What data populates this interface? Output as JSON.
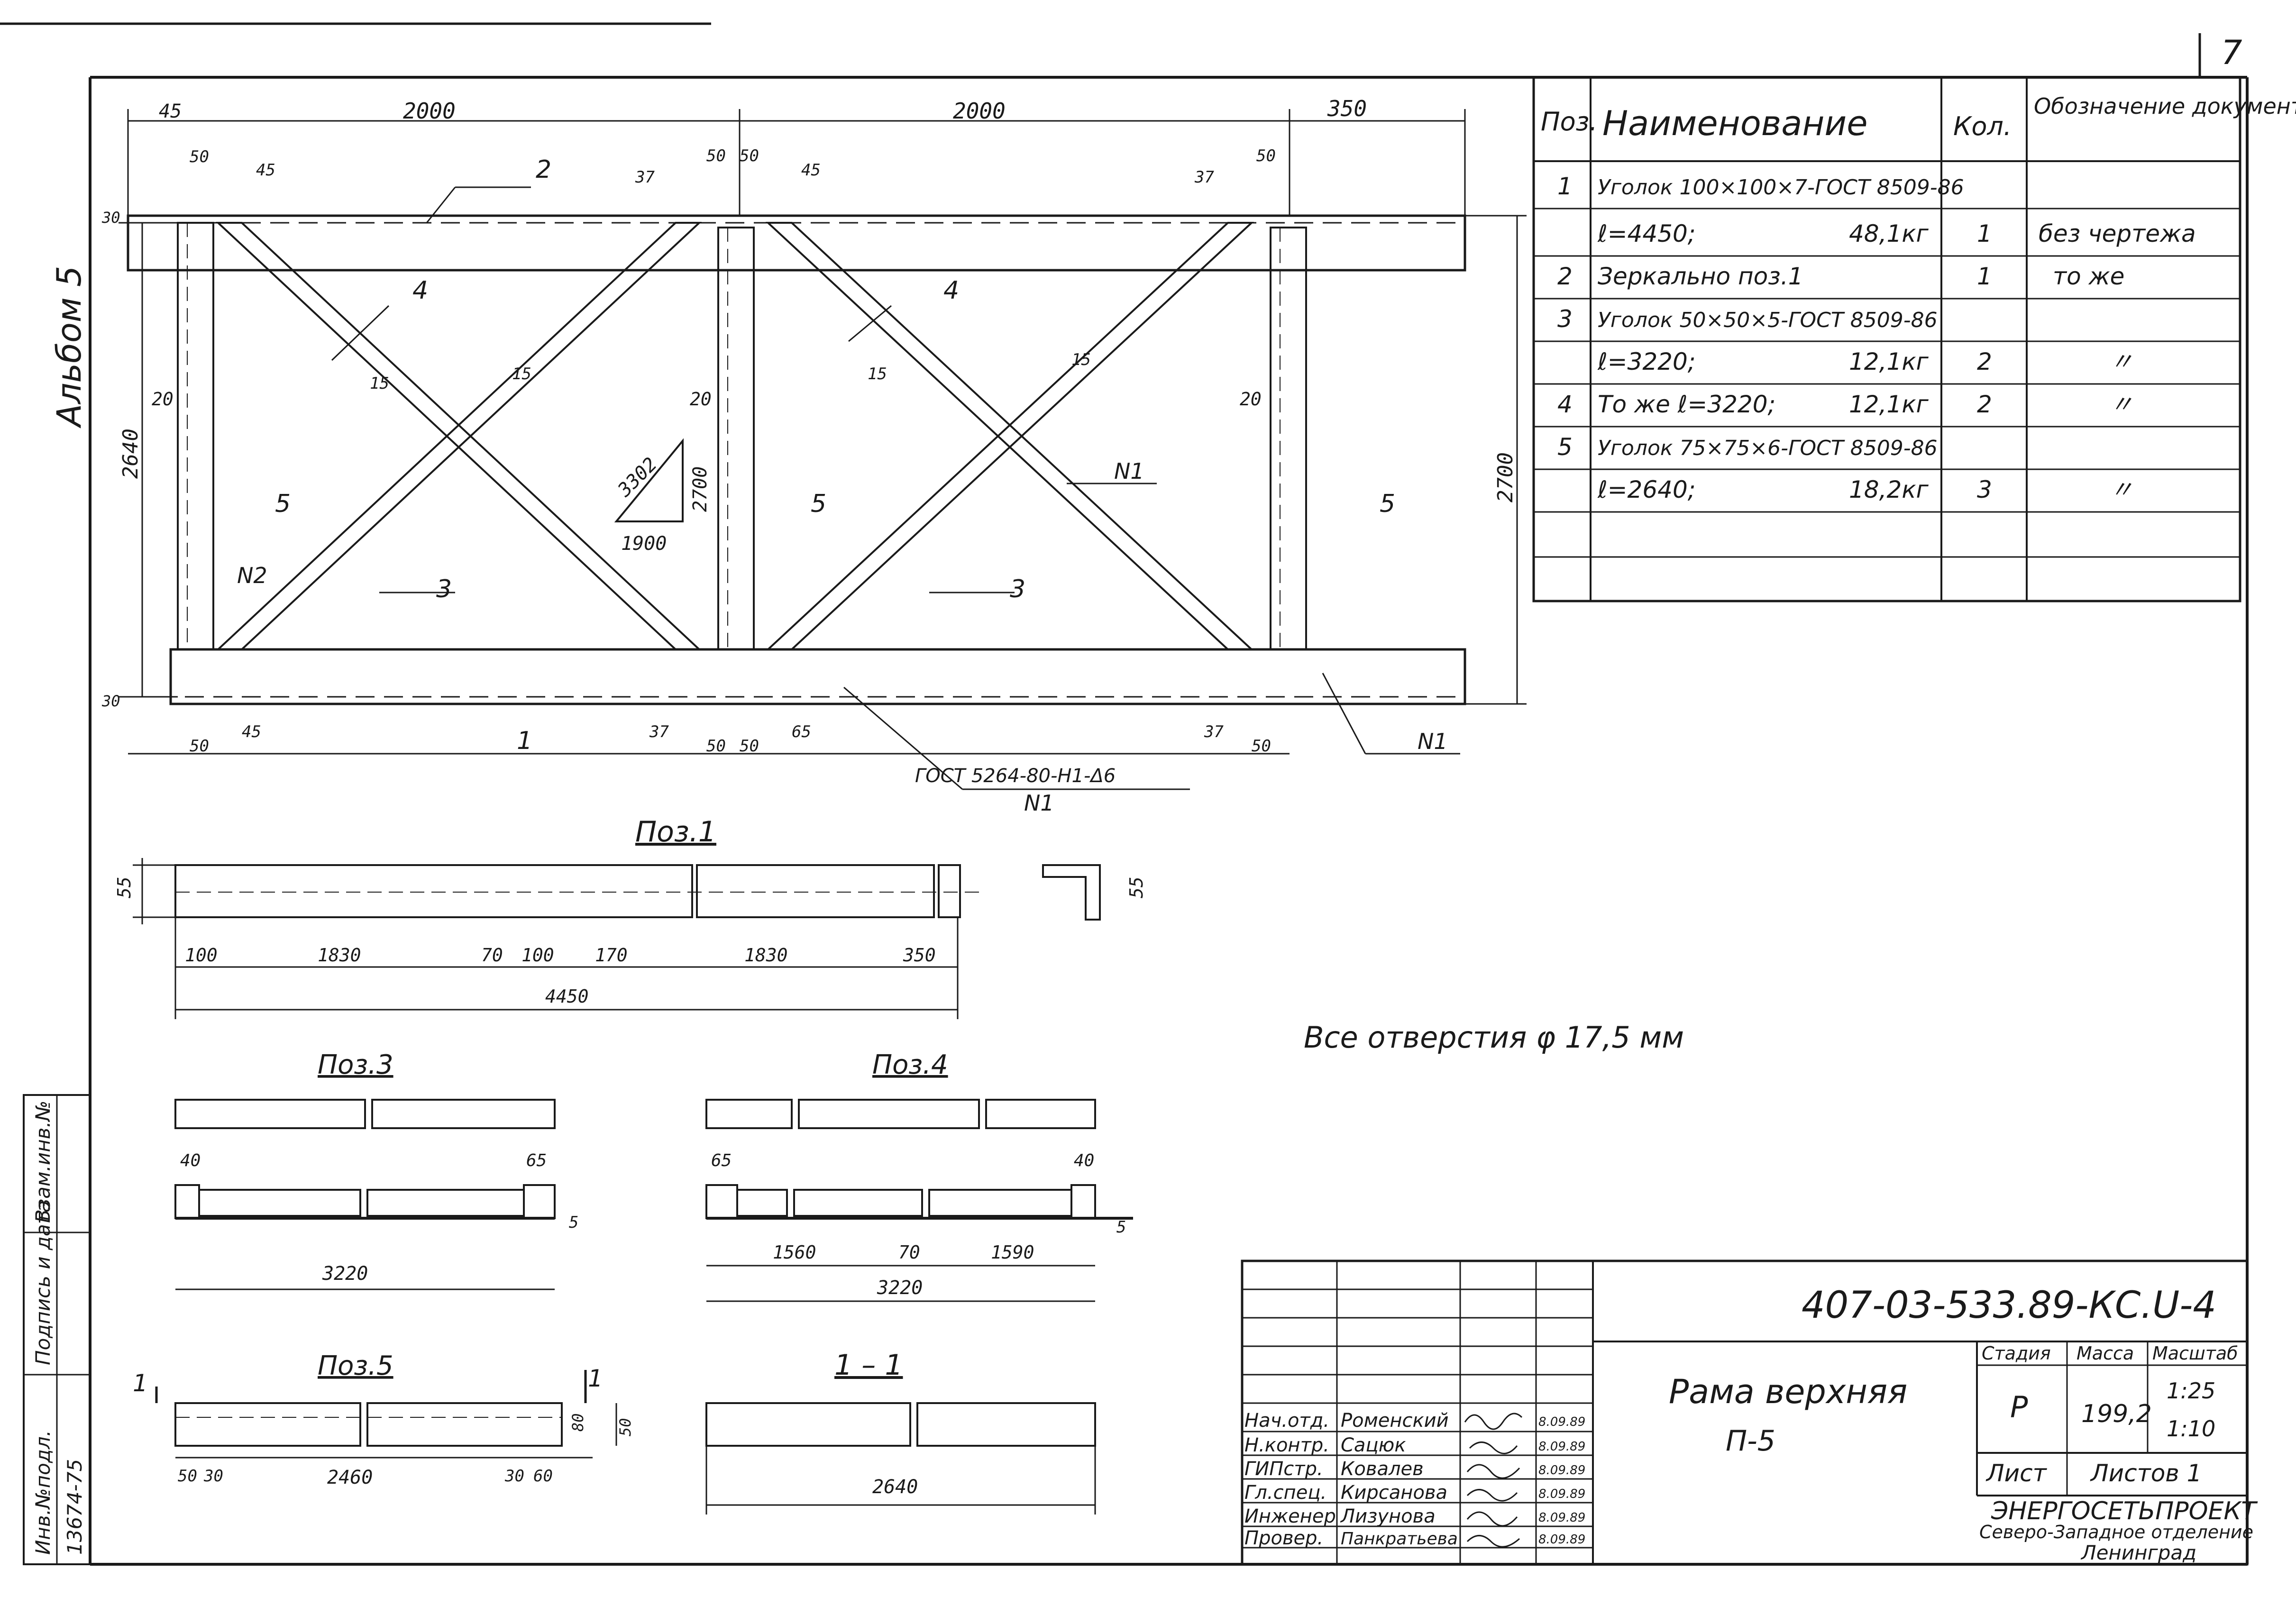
{
  "sheet": {
    "page_number": "7",
    "album_label": "Альбом 5",
    "holes_note": "Все отверстия φ 17,5 мм"
  },
  "frame": {
    "top_dims": [
      "45",
      "2000",
      "2000",
      "350"
    ],
    "bottom_dims": [
      "50",
      "45",
      "37",
      "50",
      "50",
      "65",
      "37",
      "50"
    ],
    "misc_dims": [
      "50",
      "45",
      "37",
      "50",
      "50",
      "45",
      "37",
      "50",
      "15",
      "15",
      "15",
      "15",
      "20",
      "20",
      "20",
      "30",
      "30"
    ],
    "left_height": "2640",
    "right_height": "2700",
    "center_height": "2700",
    "slope_label_long": "3302",
    "slope_label_base": "1900",
    "position_labels": [
      "2",
      "4",
      "4",
      "5",
      "5",
      "5",
      "3",
      "3",
      "1"
    ],
    "node_labels": [
      "N2",
      "N1",
      "N1",
      "N1"
    ],
    "weld_note": "ГОСТ 5264-80-Н1-Δ6"
  },
  "spec_table": {
    "headers": [
      "Поз.",
      "Наименование",
      "Кол.",
      "Обозначение документа"
    ],
    "rows": [
      {
        "pos": "1",
        "name": "Уголок 100×100×7-ГОСТ 8509-86",
        "qty": "",
        "doc": ""
      },
      {
        "pos": "",
        "name": "ℓ=4450;",
        "mass": "48,1кг",
        "qty": "1",
        "doc": "без чертежа"
      },
      {
        "pos": "2",
        "name": "Зеркально поз.1",
        "qty": "1",
        "doc": "то же"
      },
      {
        "pos": "3",
        "name": "Уголок 50×50×5-ГОСТ 8509-86",
        "qty": "",
        "doc": ""
      },
      {
        "pos": "",
        "name": "ℓ=3220;",
        "mass": "12,1кг",
        "qty": "2",
        "doc": "〃"
      },
      {
        "pos": "4",
        "name": "То же   ℓ=3220;",
        "mass": "12,1кг",
        "qty": "2",
        "doc": "〃"
      },
      {
        "pos": "5",
        "name": "Уголок 75×75×6-ГОСТ 8509-86",
        "qty": "",
        "doc": ""
      },
      {
        "pos": "",
        "name": "ℓ=2640;",
        "mass": "18,2кг",
        "qty": "3",
        "doc": "〃"
      }
    ]
  },
  "details": {
    "poz1": {
      "title": "Поз.1",
      "dims": [
        "100",
        "1830",
        "70",
        "100",
        "170",
        "1830",
        "350"
      ],
      "total": "4450",
      "height": "55",
      "section_dim": "55"
    },
    "poz3": {
      "title": "Поз.3",
      "dims": [
        "40",
        "65"
      ],
      "total": "3220",
      "thick": "5"
    },
    "poz4": {
      "title": "Поз.4",
      "dims": [
        "65",
        "40",
        "1560",
        "70",
        "1590"
      ],
      "total": "3220",
      "thick": "5"
    },
    "poz5": {
      "title": "Поз.5",
      "dims": [
        "50",
        "30",
        "2460",
        "30",
        "60"
      ],
      "side": [
        "80",
        "50"
      ],
      "cut_mark": "1"
    },
    "section": {
      "title": "1 – 1",
      "total": "2640"
    }
  },
  "title_block": {
    "doc_code": "407-03-533.89-КС.U-4",
    "drawing_name": "Рама верхняя",
    "drawing_sub": "П-5",
    "stage_label": "Стадия",
    "mass_label": "Масса",
    "scale_label": "Масштаб",
    "stage": "Р",
    "mass": "199,2",
    "scale1": "1:25",
    "scale2": "1:10",
    "sheet_label": "Лист",
    "sheets_label": "Листов 1",
    "org1": "ЭНЕРГОСЕТЬПРОЕКТ",
    "org2": "Северо-Западное отделение",
    "org3": "Ленинград",
    "people": [
      {
        "role": "Нач.отд.",
        "name": "Роменский",
        "date": "8.09.89"
      },
      {
        "role": "Н.контр.",
        "name": "Сацюк",
        "date": "8.09.89"
      },
      {
        "role": "ГИПстр.",
        "name": "Ковалев",
        "date": "8.09.89"
      },
      {
        "role": "Гл.спец.",
        "name": "Кирсанова",
        "date": "8.09.89"
      },
      {
        "role": "Инженер",
        "name": "Лизунова",
        "date": "8.09.89"
      },
      {
        "role": "Провер.",
        "name": "Панкратьева",
        "date": "8.09.89"
      }
    ]
  },
  "side_stamp": {
    "cells": [
      "Взам.инв.№",
      "Подпись и дата",
      "Инв.№подл."
    ],
    "inv_number": "13674-75"
  }
}
